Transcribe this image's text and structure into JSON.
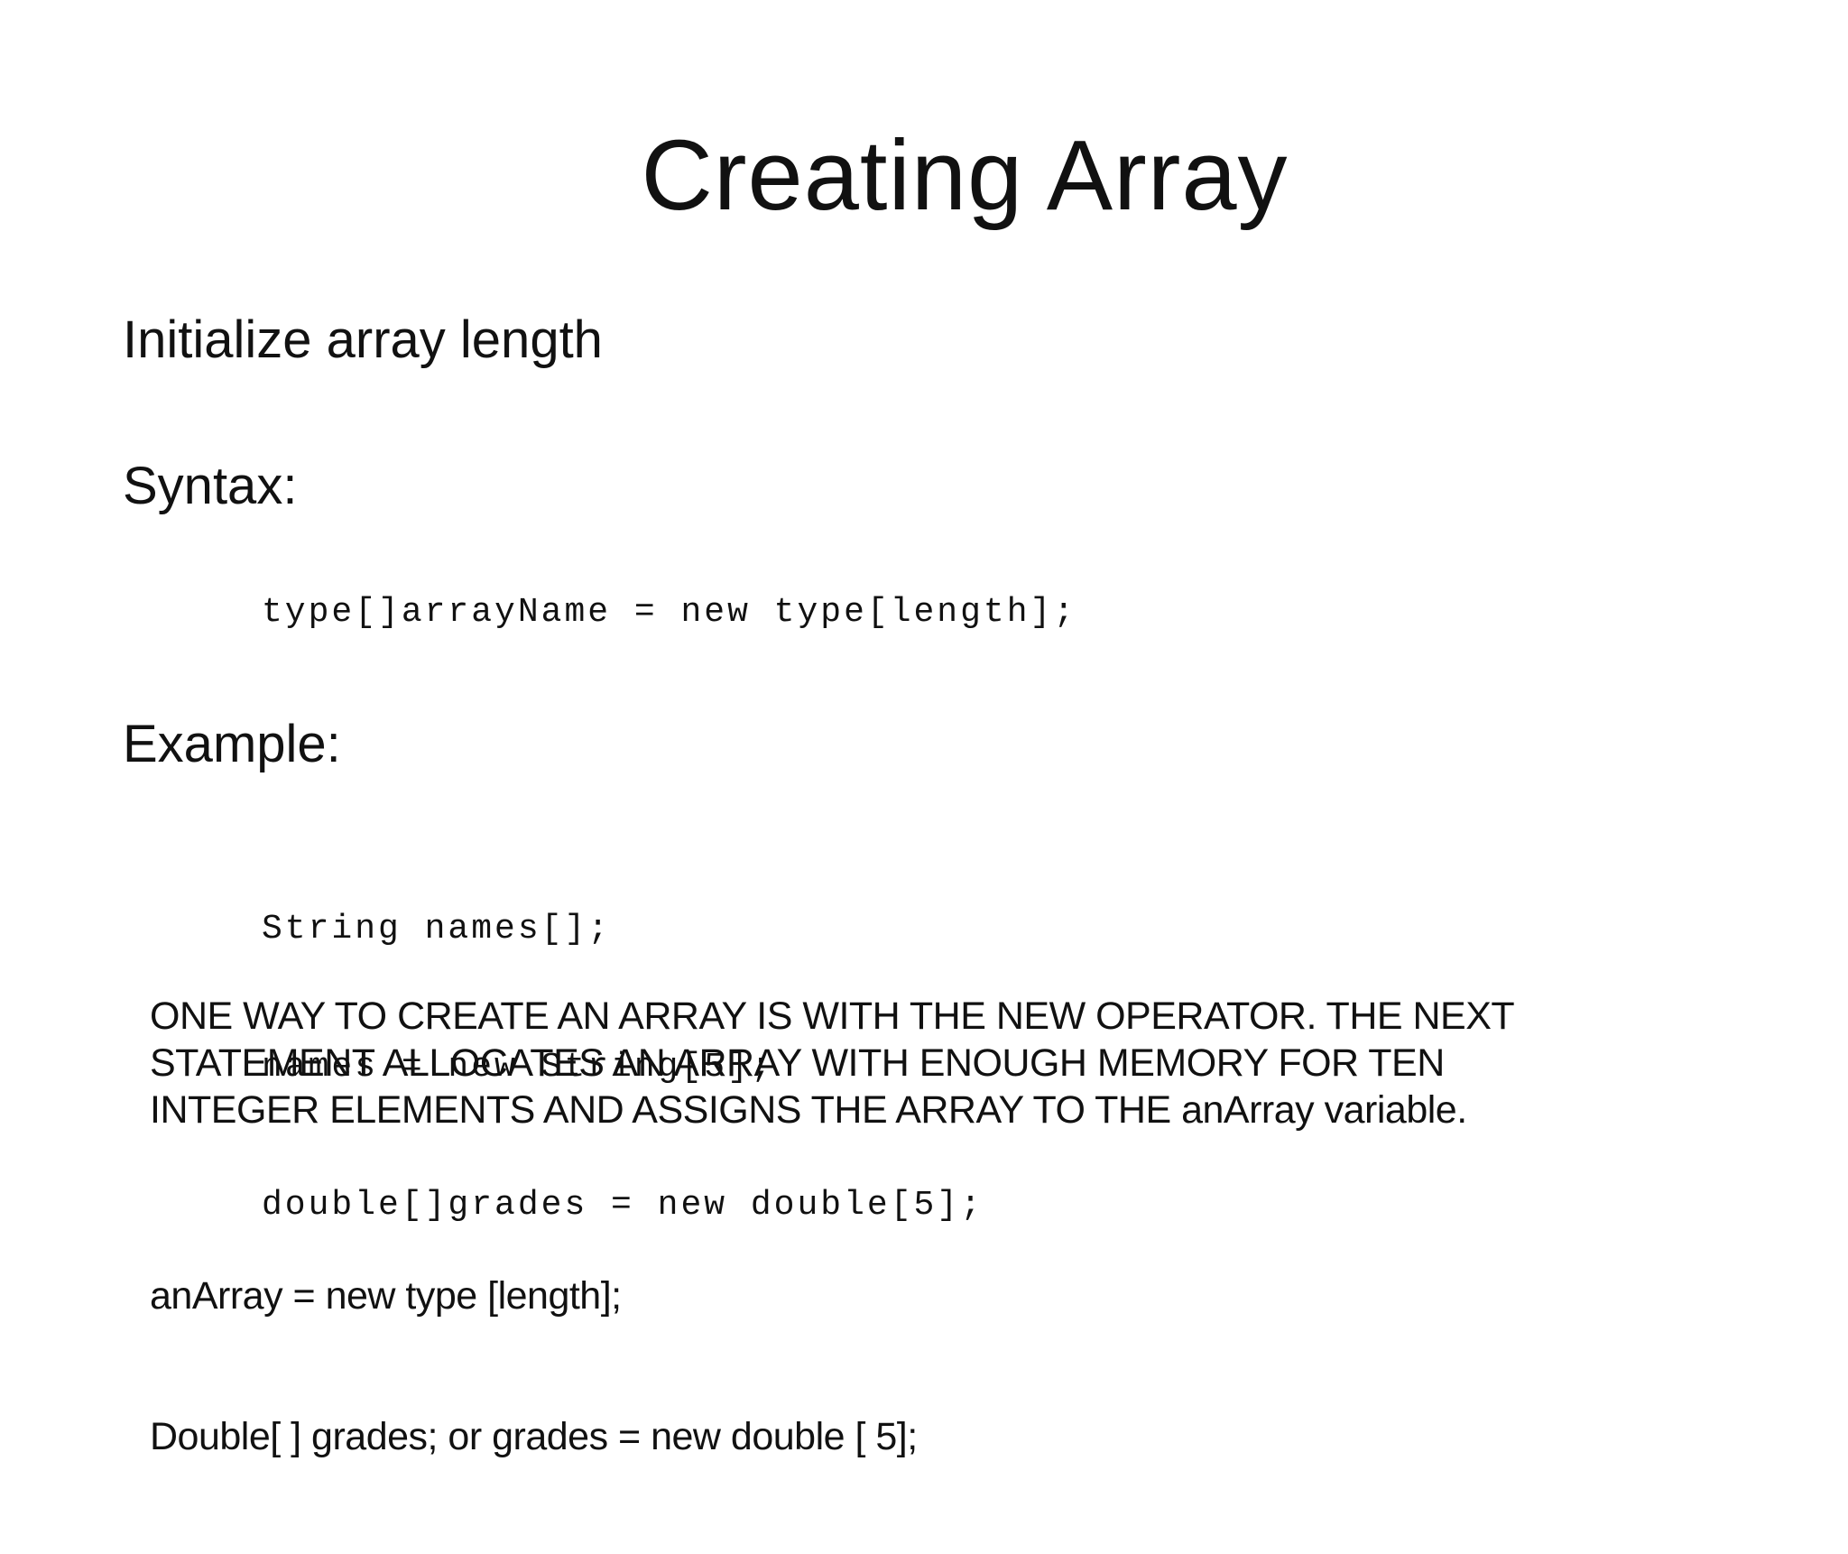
{
  "slide": {
    "title": "Creating Array",
    "heading_init": "Initialize array length",
    "heading_syntax": "Syntax:",
    "syntax_code": "type[]arrayName = new type[length];",
    "heading_example": "Example:",
    "example_code": [
      "String names[];",
      "names = new String[5];",
      "double[]grades = new double[5];"
    ],
    "paragraph": [
      "ONE WAY TO CREATE AN ARRAY IS WITH THE NEW OPERATOR. THE NEXT",
      "STATEMENT ALLOCATES AN ARRAY WITH ENOUGH MEMORY FOR TEN",
      "INTEGER ELEMENTS AND ASSIGNS THE ARRAY TO THE anArray variable."
    ],
    "footer_code": [
      "anArray = new type [length];",
      "Double[ ] grades; or grades = new double [ 5];"
    ]
  }
}
